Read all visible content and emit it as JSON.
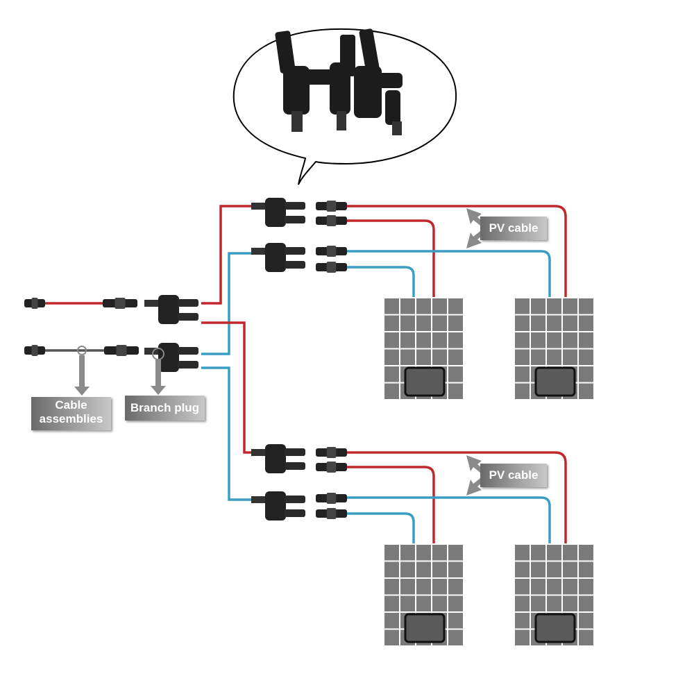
{
  "labels": {
    "pv_cable_top": "PV cable",
    "pv_cable_bottom": "PV cable",
    "cable_assemblies": "Cable assemblies",
    "branch_plug": "Branch plug"
  },
  "colors": {
    "positive": "#c0282d",
    "negative": "#3a9ec4",
    "panel": "#7a7a7a",
    "connector": "#222222"
  },
  "icons": [
    "speech-bubble",
    "branch-connector",
    "solar-panel",
    "junction-box",
    "arrow"
  ]
}
